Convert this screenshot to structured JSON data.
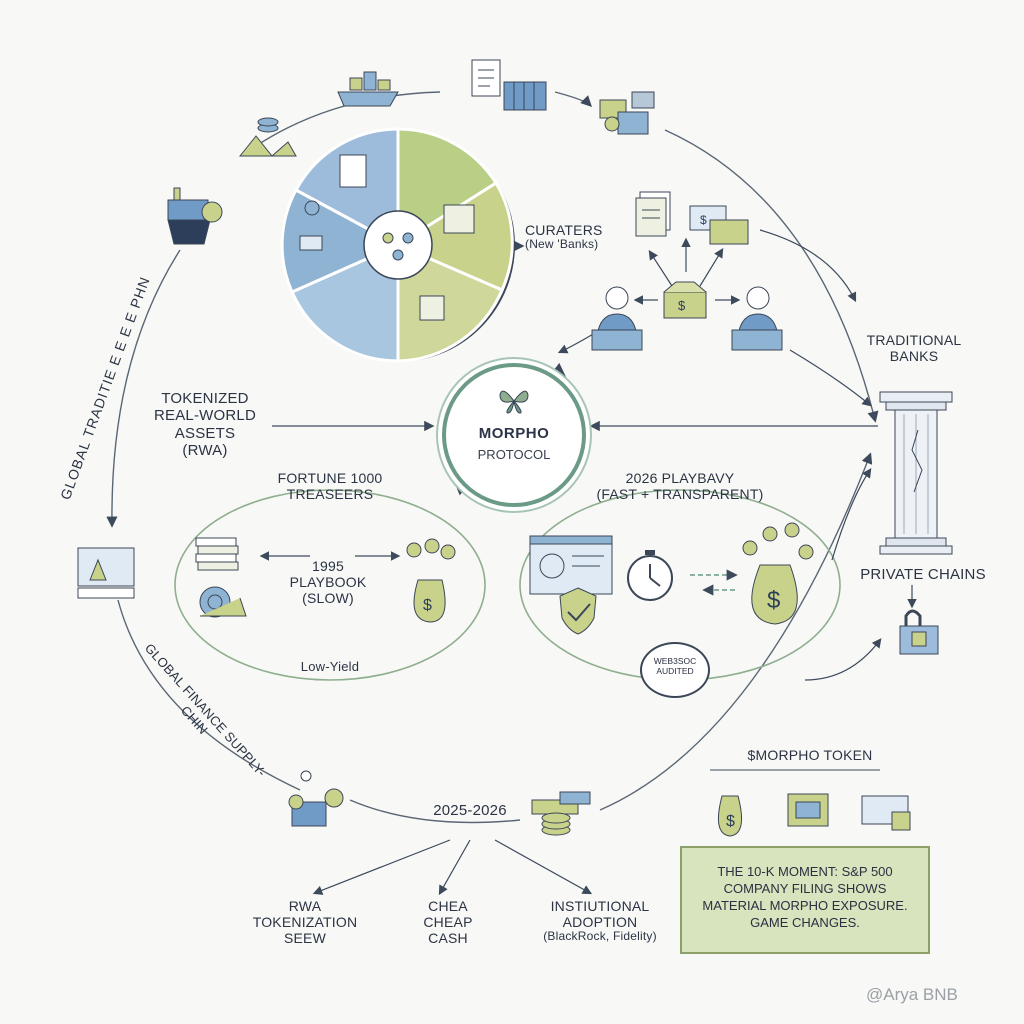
{
  "center": {
    "title": "MORPHO",
    "subtitle": "PROTOCOL"
  },
  "left_arc_top": "GLOBAL TRADITIE E E E E PHN",
  "left_arc_bottom": "GLOBAL FINANCE SUPPLY-CHIN",
  "curators": {
    "line1": "CURATERS",
    "line2": "(New 'Banks)"
  },
  "traditional_banks": {
    "line1": "TRADITIONAL",
    "line2": "BANKS"
  },
  "private_chains": "PRIVATE CHAINS",
  "rwa_left": {
    "line1": "TOKENIZED",
    "line2": "REAL-WORLD",
    "line3": "ASSETS",
    "line4": "(RWA)"
  },
  "fortune": {
    "line1": "FORTUNE 1000",
    "line2": "TREASEERS"
  },
  "playbook_1995": {
    "line1": "1995",
    "line2": "PLAYBOOK",
    "line3": "(SLOW)",
    "footer": "Low-Yield"
  },
  "playbook_2026": {
    "line1": "2026 PLAYBAVY",
    "line2": "(FAST + TRANSPARENT)"
  },
  "audit_badge": {
    "line1": "WEB3SOC",
    "line2": "AUDITED"
  },
  "timeline": "2025-2026",
  "token": {
    "title": "$MORPHO TOKEN"
  },
  "tenk": {
    "line1": "THE 10-K MOMENT: S&P 500",
    "line2": "COMPANY FILING SHOWS",
    "line3": "MATERIAL MORPHO EXPOSURE.",
    "line4": "GAME CHANGES."
  },
  "outcomes": {
    "rwa": {
      "line1": "RWA",
      "line2": "TOKENIZATION",
      "line3": "SEEW"
    },
    "cash": {
      "line1": "CHEA",
      "line2": "CHEAP",
      "line3": "CASH"
    },
    "adoption": {
      "line1": "INSTIUTIONAL",
      "line2": "ADOPTION",
      "line3": "(BlackRock, Fidelity)"
    }
  },
  "watermark": "@Arya BNB",
  "colors": {
    "sage": "#8fae8f",
    "olive": "#c9d28a",
    "blue": "#8fb3d3",
    "navy": "#2d3e5a",
    "box": "#d8e4bd",
    "ring": "#6b9a86"
  },
  "icons": [
    "ship-icon",
    "document-icon",
    "container-icon",
    "money-stack-icon",
    "mountain-coin-icon",
    "factory-coin-icon",
    "pie-segments-icon",
    "doc-stack-icon",
    "invoice-icon",
    "open-box-icon",
    "person-laptop-icon",
    "bank-column-icon",
    "padlock-icon",
    "monitor-plant-icon",
    "person-money-icon",
    "coin-stack-icon",
    "snail-icon",
    "money-bag-icon",
    "dashboard-screen-icon",
    "shield-check-icon",
    "stopwatch-icon",
    "chip-icon",
    "card-terminal-icon",
    "butterfly-icon"
  ]
}
